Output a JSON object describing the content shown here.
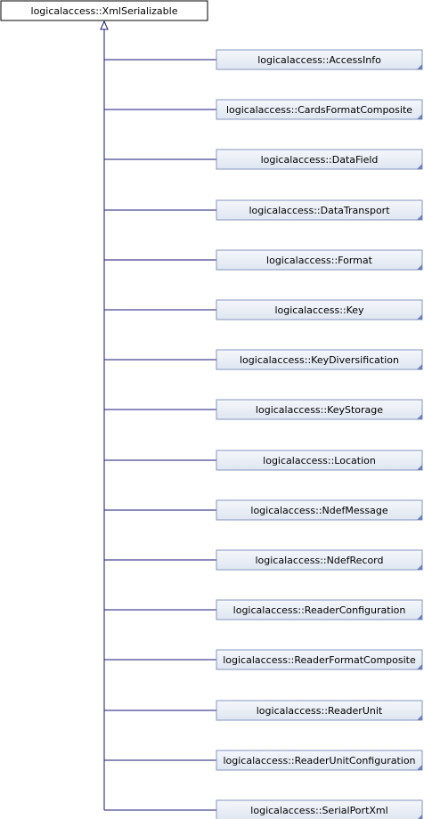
{
  "base_class": {
    "name": "logicalaccess::XmlSerializable"
  },
  "derived_classes": [
    "logicalaccess::AccessInfo",
    "logicalaccess::CardsFormatComposite",
    "logicalaccess::DataField",
    "logicalaccess::DataTransport",
    "logicalaccess::Format",
    "logicalaccess::Key",
    "logicalaccess::KeyDiversification",
    "logicalaccess::KeyStorage",
    "logicalaccess::Location",
    "logicalaccess::NdefMessage",
    "logicalaccess::NdefRecord",
    "logicalaccess::ReaderConfiguration",
    "logicalaccess::ReaderFormatComposite",
    "logicalaccess::ReaderUnit",
    "logicalaccess::ReaderUnitConfiguration",
    "logicalaccess::SerialPortXml"
  ],
  "colors": {
    "edge": "#1a1a7a",
    "base_fill": "#ffffff",
    "base_stroke": "#000000",
    "derived_fill_top": "#f4f7fb",
    "derived_fill_bottom": "#dfe6f1",
    "derived_stroke": "#8496bf",
    "derived_corner": "#6a80ba"
  }
}
